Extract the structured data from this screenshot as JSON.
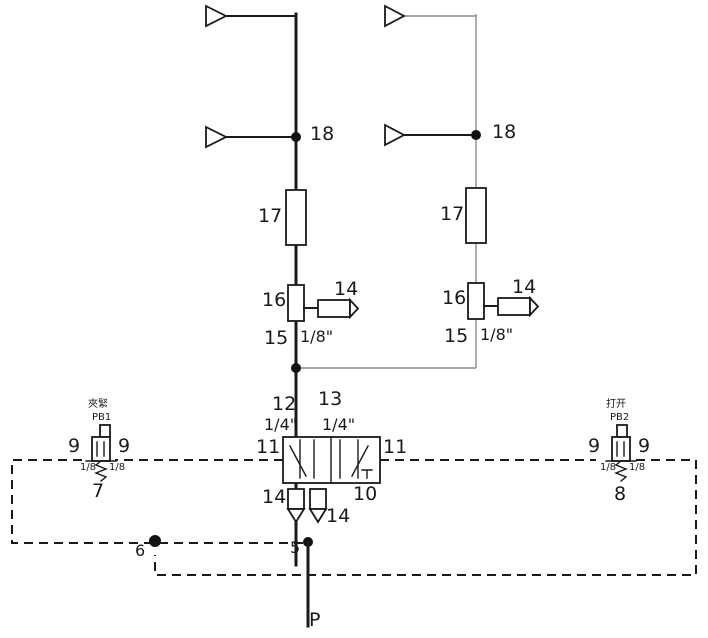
{
  "labels": {
    "tee_left": "18",
    "tee_right": "18",
    "filter_left": "17",
    "filter_right": "17",
    "fitting_left": "16",
    "fitting_right": "16",
    "silencer_left": "14",
    "silencer_right": "14",
    "port_left": "15",
    "port_right": "15",
    "size_left": "1/8\"",
    "size_right": "1/8\"",
    "valve_port_a": "12",
    "valve_port_b": "13",
    "valve_size_a": "1/4\"",
    "valve_size_b": "1/4\"",
    "pilot_left": "11",
    "pilot_right": "11",
    "exhaust_left": "14",
    "exhaust_right": "14",
    "valve_ref": "10",
    "supply_node": "5",
    "branch_node": "6",
    "supply": "P",
    "pb1_caption": "夾緊",
    "pb1_name": "PB1",
    "pb1_port_l": "9",
    "pb1_port_r": "9",
    "pb1_size_l": "1/8",
    "pb1_size_r": "1/8",
    "pb1_ref": "7",
    "pb2_caption": "打开",
    "pb2_name": "PB2",
    "pb2_port_l": "9",
    "pb2_port_r": "9",
    "pb2_size_l": "1/8",
    "pb2_size_r": "1/8",
    "pb2_ref": "8"
  }
}
